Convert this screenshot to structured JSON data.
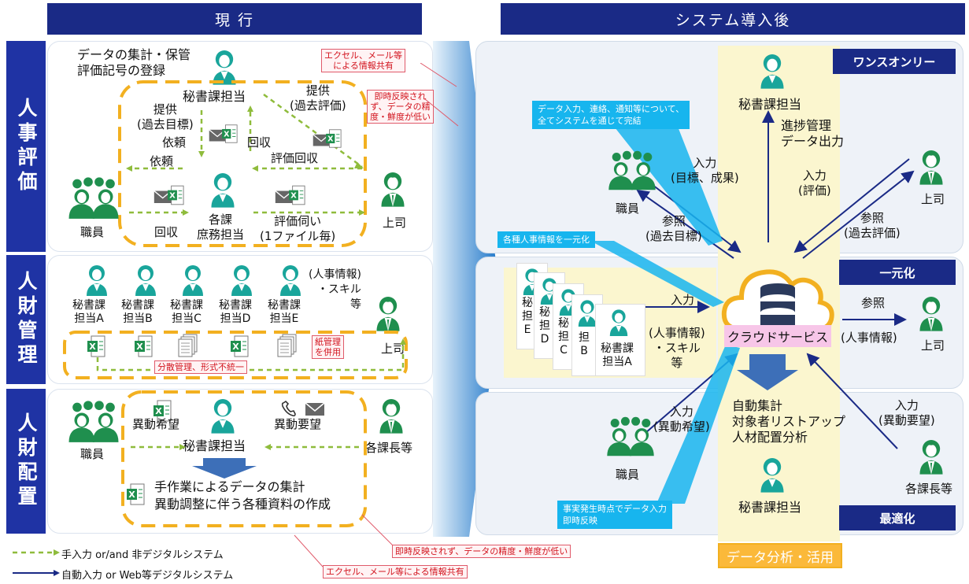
{
  "headers": {
    "current": "現 行",
    "after": "システム導入後"
  },
  "rows": {
    "hr_eval": "人事評価",
    "talent": "人財管理",
    "placement": "人財配置"
  },
  "current": {
    "eval": {
      "aggregate": "データの集計・保管",
      "register": "評価記号の登録",
      "secretary": "秘書課担当",
      "provide_left": "提供",
      "provide_left2": "(過去目標)",
      "request1": "依頼",
      "request2": "依頼",
      "collect1": "回収",
      "collect2": "回収",
      "provide_right": "提供",
      "provide_right2": "(過去評価)",
      "eval_collect": "評価回収",
      "eval_ask": "評価伺い",
      "one_file": "(1ファイル毎)",
      "section_admin1": "各課",
      "section_admin2": "庶務担当",
      "staff": "職員",
      "boss": "上司",
      "note1": "エクセル、メール等\nによる情報共有",
      "note2": "即時反映され\nず、データの精\n度・鮮度が低い"
    },
    "talent": {
      "persons": [
        "秘書課\n担当A",
        "秘書課\n担当B",
        "秘書課\n担当C",
        "秘書課\n担当D",
        "秘書課\n担当E"
      ],
      "info": "(人事情報)\n・スキル\n等",
      "boss": "上司",
      "paper": "紙管理\nを併用",
      "scattered": "分散管理、形式不統一"
    },
    "placement": {
      "staff": "職員",
      "wish": "異動希望",
      "request": "異動要望",
      "secretary": "秘書課担当",
      "heads": "各課長等",
      "manual1": "手作業によるデータの集計",
      "manual2": "異動調整に伴う各種資料の作成"
    },
    "notes": {
      "delay": "即時反映されず、データの精度・鮮度が低い",
      "sharing": "エクセル、メール等による情報共有"
    }
  },
  "after": {
    "tags": {
      "once": "ワンスオンリー",
      "unify": "一元化",
      "optimize": "最適化"
    },
    "callouts": {
      "system": "データ入力、連絡、通知等について、\n全てシステムを通じて完結",
      "unify": "各種人事情報を一元化",
      "realtime": "事実発生時点でデータ入力\n即時反映"
    },
    "secretary": "秘書課担当",
    "progress": "進捗管理\nデータ出力",
    "staff": "職員",
    "input_goals": "入力\n(目標、成果)",
    "ref_goals": "参照\n(過去目標)",
    "input_eval": "入力\n(評価)",
    "ref_eval": "参照\n(過去評価)",
    "boss": "上司",
    "stack": [
      "秘\n担\nE",
      "秘\n担\nD",
      "秘\n担\nC",
      "担\nB",
      "秘書課\n担当A"
    ],
    "input_hr": "入力",
    "hr_skill": "(人事情報)\n・スキル\n等",
    "cloud": "クラウドサービス",
    "ref": "参照",
    "hr_info": "(人事情報)",
    "boss2": "上司",
    "auto": "自動集計\n対象者リストアップ\n人材配置分析",
    "input_wish": "入力\n(異動希望)",
    "staff2": "職員",
    "input_req": "入力\n(異動要望)",
    "heads": "各課長等",
    "secretary2": "秘書課担当",
    "analysis": "データ分析・活用"
  },
  "legend": {
    "manual": "手入力 or/and 非デジタルシステム",
    "auto": "自動入力 or Web等デジタルシステム"
  },
  "colors": {
    "navy": "#1a2a86",
    "teal": "#19a59b",
    "green": "#1f8f4e",
    "dash_green": "#8fbc3c",
    "orange": "#f2b020",
    "cyan": "#17b5ee"
  }
}
